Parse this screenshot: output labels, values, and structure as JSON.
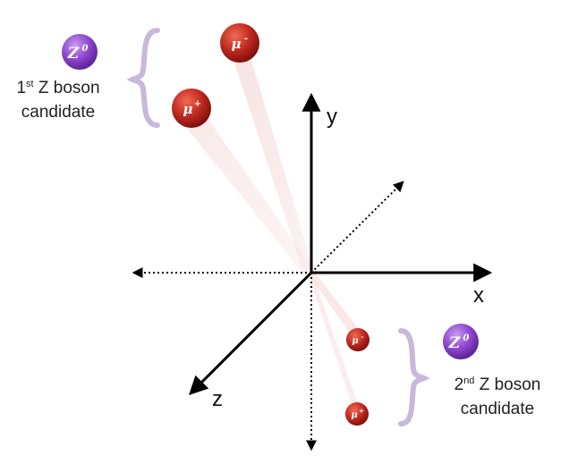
{
  "axes": {
    "x_label": "x",
    "y_label": "y",
    "z_label": "z"
  },
  "first_candidate": {
    "boson_symbol": "Z",
    "boson_superscript": "0",
    "caption_line1_prefix": "1",
    "caption_line1_ordinal": "st",
    "caption_line1_suffix": " Z boson",
    "caption_line2": "candidate",
    "muon_minus_symbol": "μ",
    "muon_minus_charge": "-",
    "muon_plus_symbol": "μ",
    "muon_plus_charge": "+"
  },
  "second_candidate": {
    "boson_symbol": "Z",
    "boson_superscript": "0",
    "caption_line1_prefix": "2",
    "caption_line1_ordinal": "nd",
    "caption_line1_suffix": " Z boson",
    "caption_line2": "candidate",
    "muon_minus_symbol": "μ",
    "muon_minus_charge": "-",
    "muon_plus_symbol": "μ",
    "muon_plus_charge": "+"
  },
  "colors": {
    "muon": "#b8201c",
    "boson": "#8a46c8",
    "brace": "#c8b6d8",
    "track": "#f3d9d9"
  }
}
